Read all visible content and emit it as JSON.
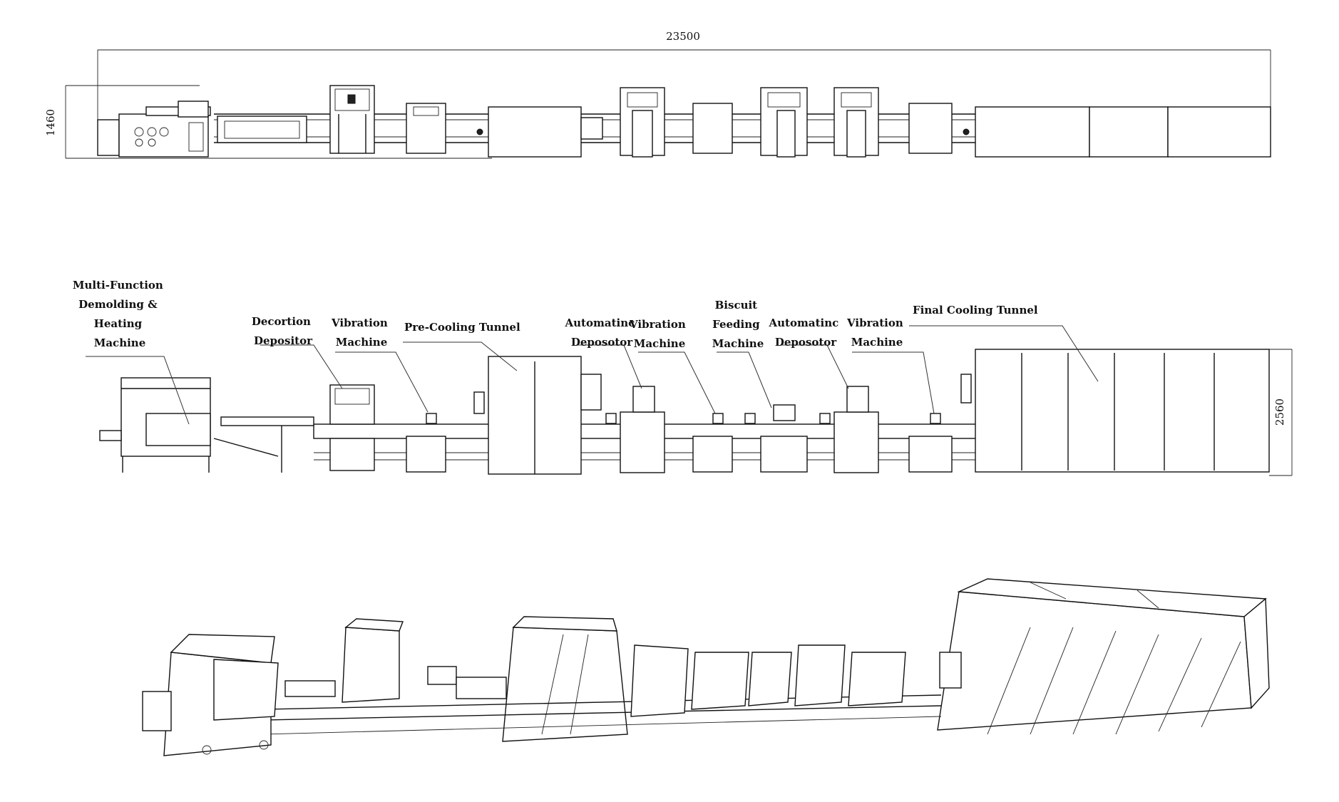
{
  "dimensions": {
    "overall_length": "23500",
    "plan_width": "1460",
    "overall_height": "2560"
  },
  "labels": {
    "demolding": [
      "Multi-Function",
      "Demolding &",
      "Heating",
      "Machine"
    ],
    "decoration_depositor": [
      "Decortion",
      "Depositor"
    ],
    "vibration_1": [
      "Vibration",
      "Machine"
    ],
    "pre_cooling": [
      "Pre-Cooling Tunnel"
    ],
    "auto_depositor_1": [
      "Automatinc",
      "Deposotor"
    ],
    "vibration_2": [
      "Vibration",
      "Machine"
    ],
    "biscuit_feeding": [
      "Biscuit",
      "Feeding",
      "Machine"
    ],
    "auto_depositor_2": [
      "Automatinc",
      "Deposotor"
    ],
    "vibration_3": [
      "Vibration",
      "Machine"
    ],
    "final_cooling": [
      "Final Cooling Tunnel"
    ]
  }
}
